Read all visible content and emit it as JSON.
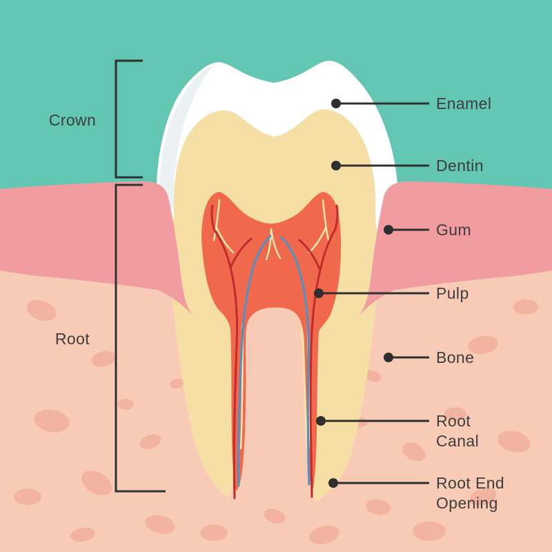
{
  "diagram": {
    "left_labels": {
      "crown": "Crown",
      "root": "Root"
    },
    "right_labels": {
      "enamel": "Enamel",
      "dentin": "Dentin",
      "gum": "Gum",
      "pulp": "Pulp",
      "bone": "Bone",
      "root_canal": "Root\nCanal",
      "root_end_opening": "Root End\nOpening"
    }
  },
  "colors": {
    "background_teal": "#62C6B3",
    "gum_pink": "#F19CA0",
    "bone_salmon": "#F8CBB6",
    "bone_spot": "#EEA28F",
    "enamel_white": "#FFFFFF",
    "enamel_shade": "#E9EEF2",
    "dentin_yellow": "#F6DFA4",
    "pulp_coral": "#F0694C",
    "vessel_red": "#C32B2B",
    "vessel_blue": "#4D92C6",
    "nerve_yellow": "#F6E7AC",
    "line_dark": "#2F2F2F",
    "label_text": "#3D3D3D"
  }
}
